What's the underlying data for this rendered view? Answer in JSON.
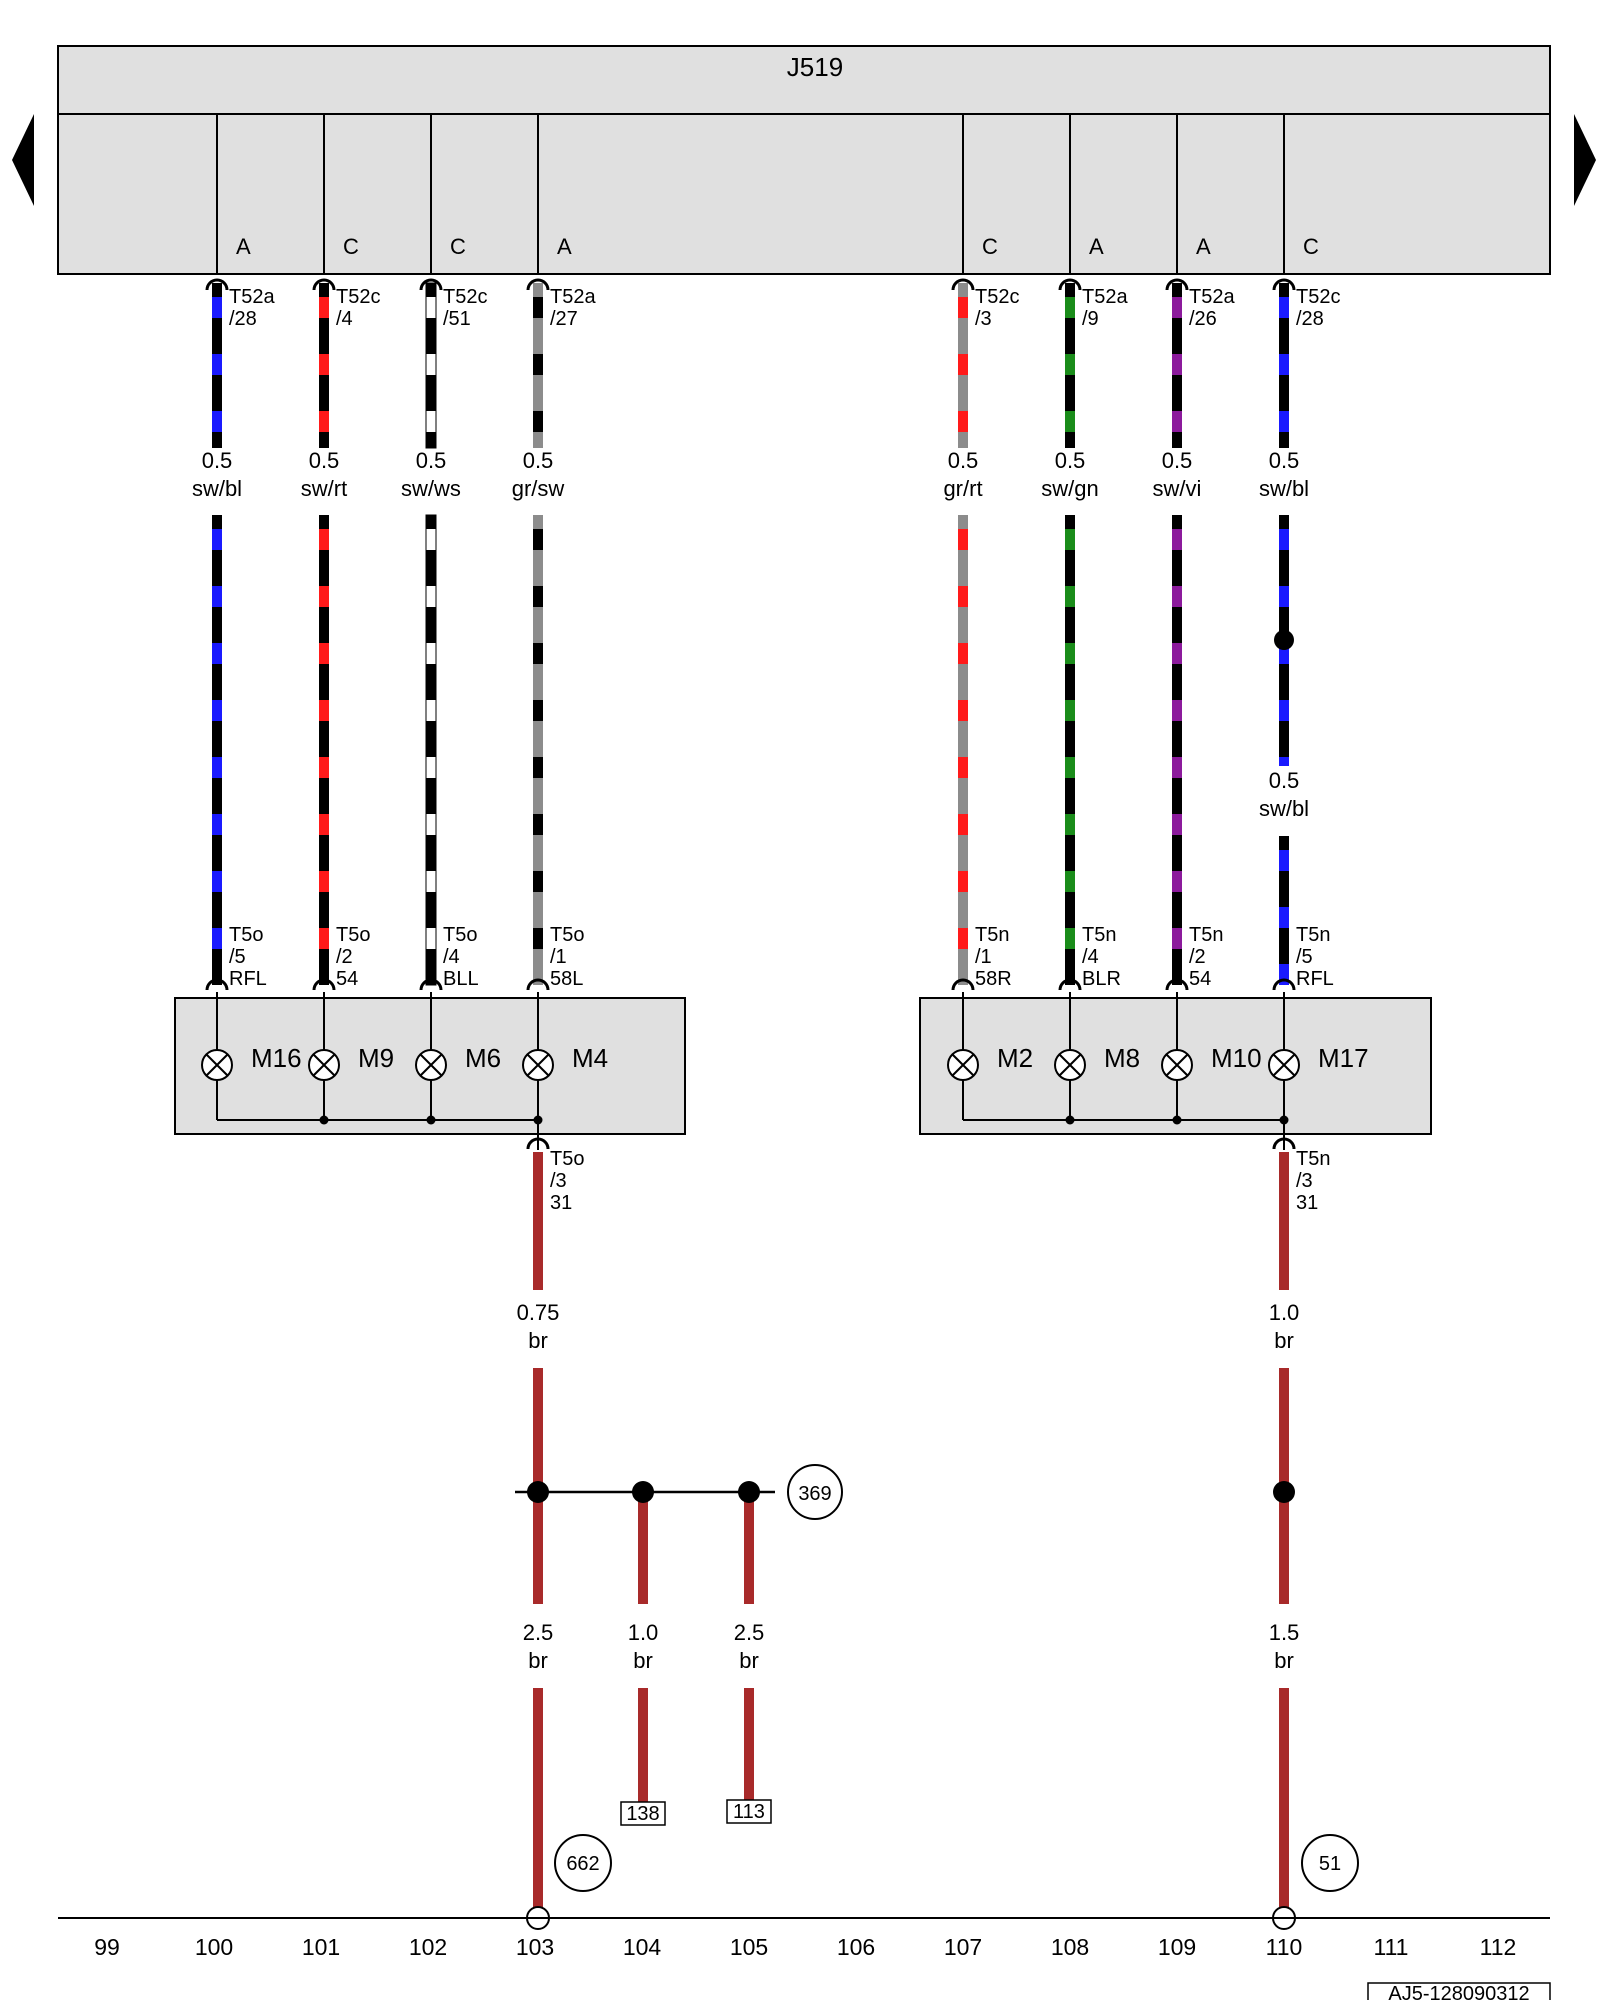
{
  "control_unit": {
    "label": "J519",
    "nav_left": "previous-page-arrow",
    "nav_right": "next-page-arrow"
  },
  "colors": {
    "sw": "#000000",
    "bl": "#1a1aff",
    "rt": "#ff1a1a",
    "ws": "#ffffff",
    "gr": "#8c8c8c",
    "gn": "#1a8c1a",
    "vi": "#8c1a9c",
    "br": "#a82a2a",
    "box_fill": "#e0e0e0"
  },
  "upper_wires": [
    {
      "id": "w1",
      "connector": "A",
      "pin_top": [
        "T52a",
        "/28"
      ],
      "gauge": "0.5",
      "color_code": "sw/bl",
      "base": "sw",
      "stripe": "bl",
      "pin_bottom": [
        "T5o",
        "/5",
        "RFL"
      ]
    },
    {
      "id": "w2",
      "connector": "C",
      "pin_top": [
        "T52c",
        "/4"
      ],
      "gauge": "0.5",
      "color_code": "sw/rt",
      "base": "sw",
      "stripe": "rt",
      "pin_bottom": [
        "T5o",
        "/2",
        "54"
      ]
    },
    {
      "id": "w3",
      "connector": "C",
      "pin_top": [
        "T52c",
        "/51"
      ],
      "gauge": "0.5",
      "color_code": "sw/ws",
      "base": "sw",
      "stripe": "ws",
      "pin_bottom": [
        "T5o",
        "/4",
        "BLL"
      ]
    },
    {
      "id": "w4",
      "connector": "A",
      "pin_top": [
        "T52a",
        "/27"
      ],
      "gauge": "0.5",
      "color_code": "gr/sw",
      "base": "gr",
      "stripe": "sw",
      "pin_bottom": [
        "T5o",
        "/1",
        "58L"
      ]
    },
    {
      "id": "w5",
      "connector": "C",
      "pin_top": [
        "T52c",
        "/3"
      ],
      "gauge": "0.5",
      "color_code": "gr/rt",
      "base": "gr",
      "stripe": "rt",
      "pin_bottom": [
        "T5n",
        "/1",
        "58R"
      ]
    },
    {
      "id": "w6",
      "connector": "A",
      "pin_top": [
        "T52a",
        "/9"
      ],
      "gauge": "0.5",
      "color_code": "sw/gn",
      "base": "sw",
      "stripe": "gn",
      "pin_bottom": [
        "T5n",
        "/4",
        "BLR"
      ]
    },
    {
      "id": "w7",
      "connector": "A",
      "pin_top": [
        "T52a",
        "/26"
      ],
      "gauge": "0.5",
      "color_code": "sw/vi",
      "base": "sw",
      "stripe": "vi",
      "pin_bottom": [
        "T5n",
        "/2",
        "54"
      ]
    },
    {
      "id": "w8",
      "connector": "C",
      "pin_top": [
        "T52c",
        "/28"
      ],
      "gauge": "0.5",
      "color_code": "sw/bl",
      "base": "sw",
      "stripe": "bl",
      "pin_bottom": [
        "T5n",
        "/5",
        "RFL"
      ],
      "mid_gauge": "0.5",
      "mid_color_code": "sw/bl"
    }
  ],
  "lamps_left": [
    {
      "label": "M16"
    },
    {
      "label": "M9"
    },
    {
      "label": "M6"
    },
    {
      "label": "M4"
    }
  ],
  "lamps_right": [
    {
      "label": "M2"
    },
    {
      "label": "M8"
    },
    {
      "label": "M10"
    },
    {
      "label": "M17"
    }
  ],
  "ground_left": {
    "pin": [
      "T5o",
      "/3",
      "31"
    ],
    "gauge": "0.75",
    "color_code": "br"
  },
  "ground_right": {
    "pin": [
      "T5n",
      "/3",
      "31"
    ],
    "gauge": "1.0",
    "color_code": "br"
  },
  "splice_ref": "369",
  "branches": [
    {
      "gauge": "2.5",
      "color_code": "br",
      "ground_ref": "662"
    },
    {
      "gauge": "1.0",
      "color_code": "br",
      "box_ref": "138"
    },
    {
      "gauge": "2.5",
      "color_code": "br",
      "box_ref": "113"
    },
    {
      "gauge": "1.5",
      "color_code": "br",
      "ground_ref": "51"
    }
  ],
  "column_numbers": [
    "99",
    "100",
    "101",
    "102",
    "103",
    "104",
    "105",
    "106",
    "107",
    "108",
    "109",
    "110",
    "111",
    "112"
  ],
  "footer_code": "AJ5-128090312"
}
